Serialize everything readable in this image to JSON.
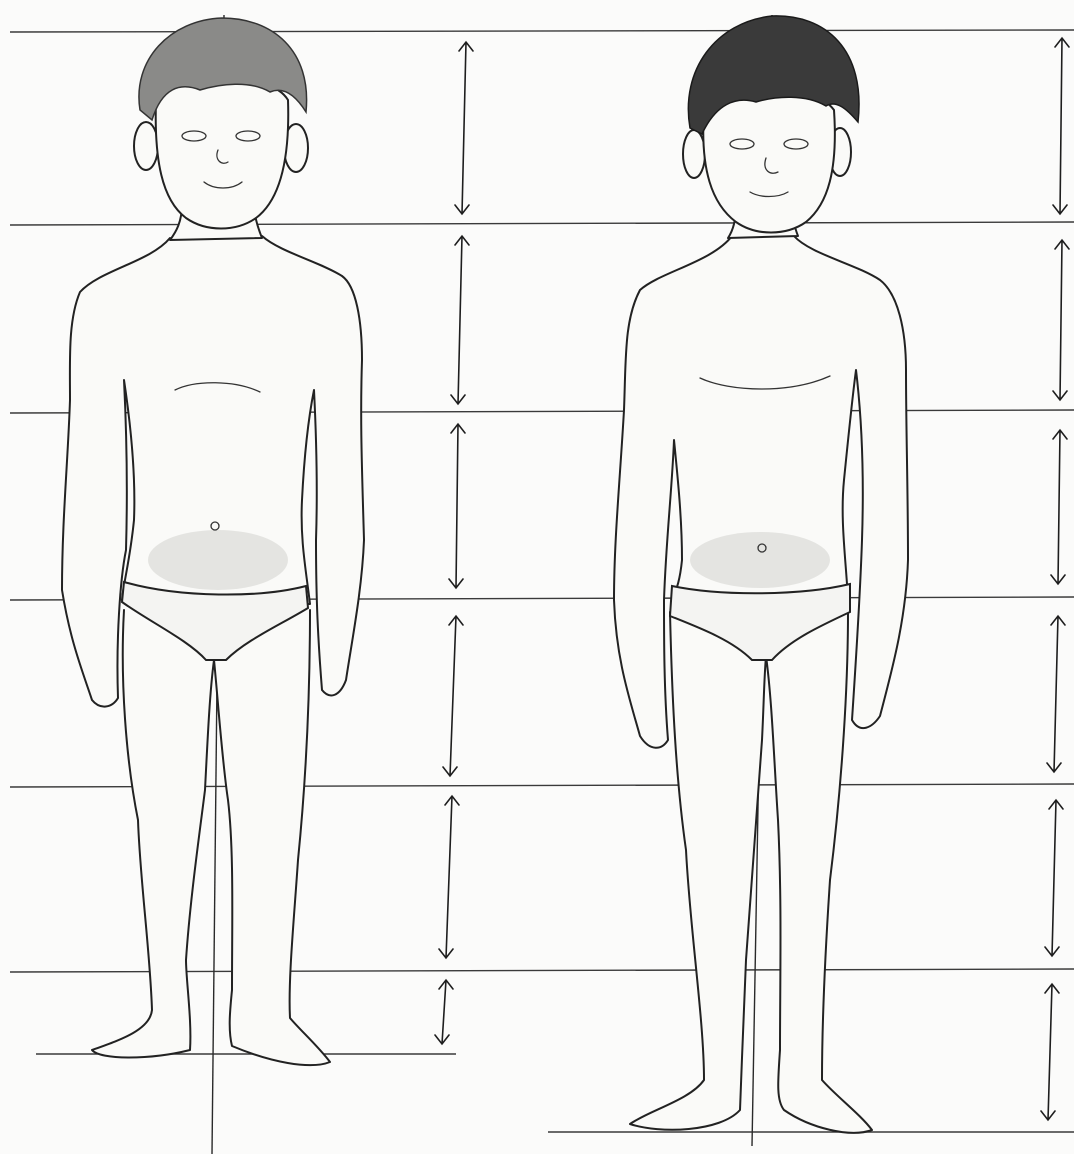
{
  "image": {
    "subject": "",
    "figures": [
      {
        "id": "child-left",
        "segments": 5.5,
        "hair": "light"
      },
      {
        "id": "child-right",
        "segments": 6,
        "hair": "dark"
      }
    ],
    "colors": {
      "line": "#222222",
      "paper": "#fbfbfa",
      "shading": "#c9c9c6"
    }
  }
}
